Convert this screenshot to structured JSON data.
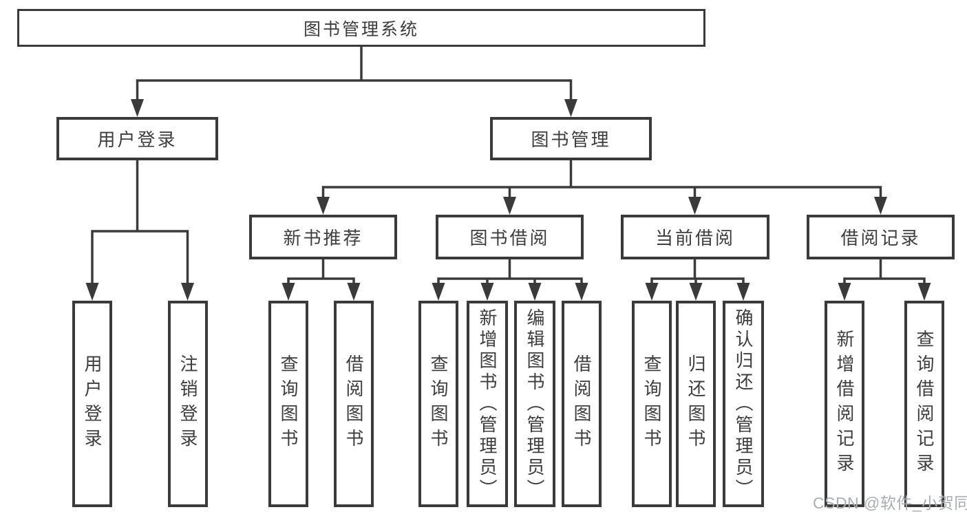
{
  "diagram": {
    "root": {
      "label": "图书管理系统"
    },
    "level2": [
      {
        "label": "用户登录"
      },
      {
        "label": "图书管理"
      }
    ],
    "level3": [
      {
        "label": "新书推荐"
      },
      {
        "label": "图书借阅"
      },
      {
        "label": "当前借阅"
      },
      {
        "label": "借阅记录"
      }
    ],
    "leaves": {
      "user_login": [
        "用户登录",
        "注销登录"
      ],
      "new_book_recommend": [
        "查询图书",
        "借阅图书"
      ],
      "book_borrow": [
        "查询图书",
        "新增图书（管理员）",
        "编辑图书（管理员）",
        "借阅图书"
      ],
      "current_borrow": [
        "查询图书",
        "归还图书",
        "确认归还（管理员）"
      ],
      "borrow_records": [
        "新增借阅记录",
        "查询借阅记录"
      ]
    }
  },
  "watermark": {
    "text": "CSDN @软件_小贺同学"
  },
  "colors": {
    "line": "#3a3a3a",
    "box_border": "#3a3a3a",
    "text": "#3d3d3d",
    "watermark": "#a9adb2",
    "background": "#ffffff"
  }
}
